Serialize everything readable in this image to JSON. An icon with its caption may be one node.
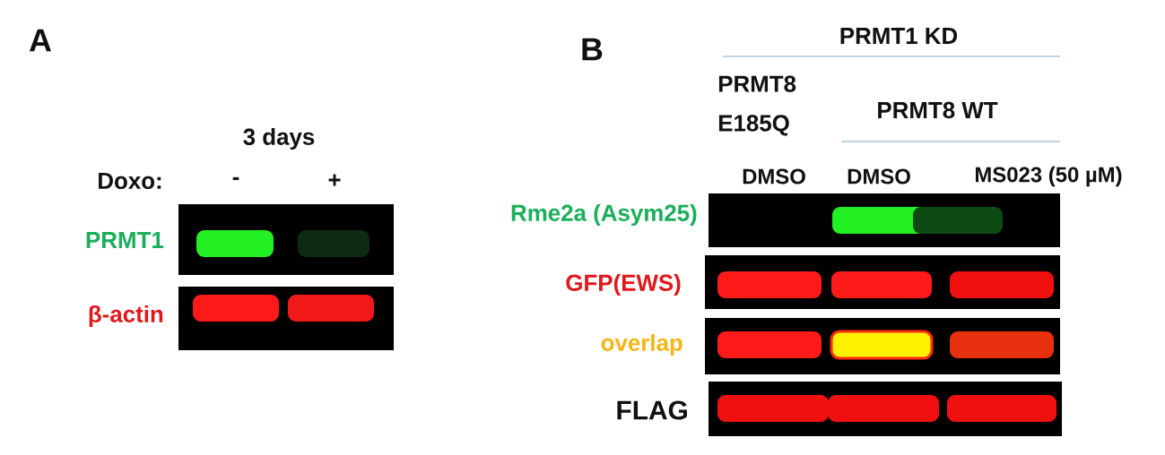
{
  "diagram": {
    "labels": [
      "A",
      "3 days",
      "Doxo:",
      "-",
      "+",
      "PRMT1",
      "β-actin",
      "B",
      "PRMT1 KD",
      "PRMT8 E185Q",
      "PRMT8 WT",
      "DMSO",
      "DMSO",
      "MS023 (50 µM)",
      "Rme2a (Asym25)",
      "GFP(EWS)",
      "overlap",
      "FLAG"
    ]
  }
}
